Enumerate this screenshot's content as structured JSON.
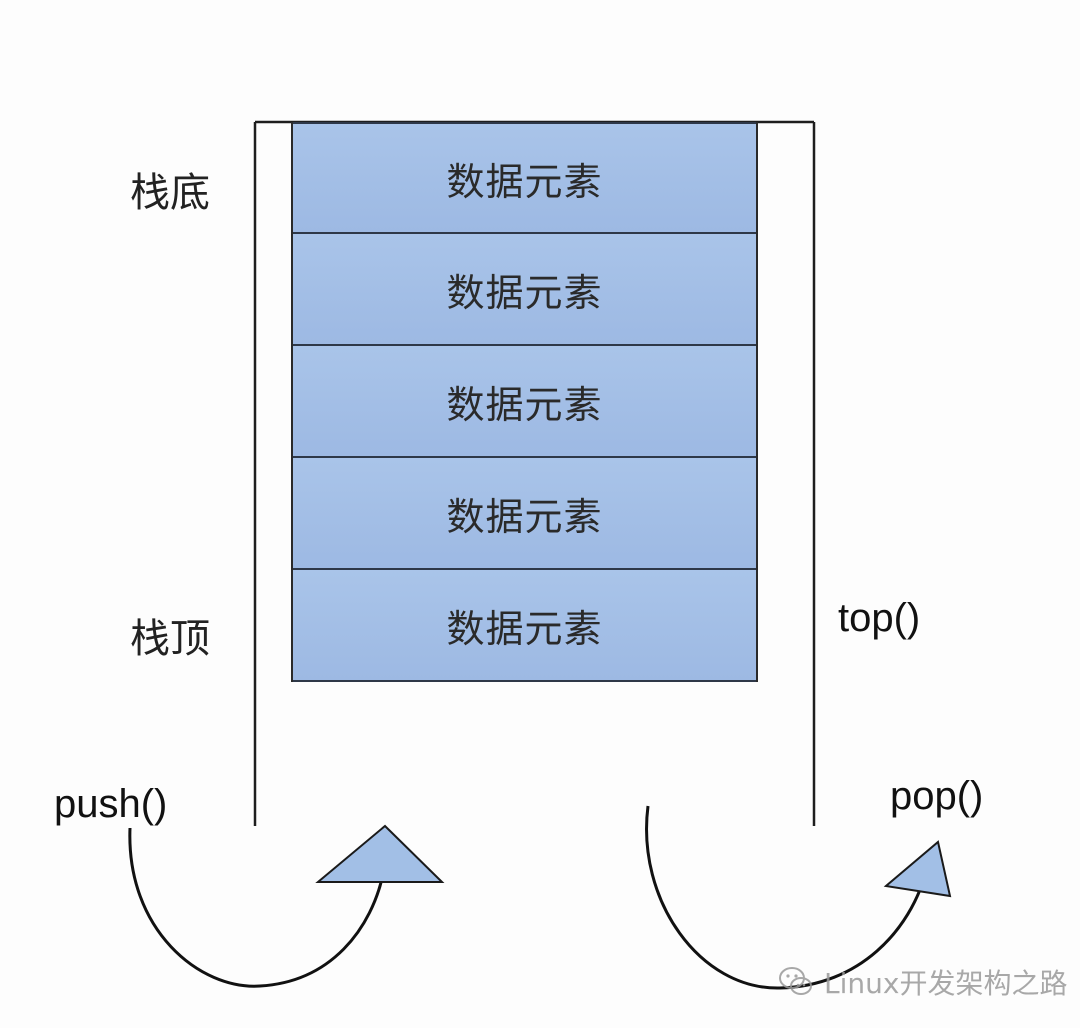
{
  "diagram": {
    "stack_bottom_label": "栈底",
    "stack_top_label": "栈顶",
    "elements": [
      "数据元素",
      "数据元素",
      "数据元素",
      "数据元素",
      "数据元素"
    ],
    "functions": {
      "top": "top()",
      "push": "push()",
      "pop": "pop()"
    },
    "colors": {
      "element_fill": "#a9c4e9",
      "arrowhead_fill": "#a2bfe6",
      "line": "#1e1e1e"
    }
  },
  "watermark": {
    "text": "Linux开发架构之路",
    "icon": "wechat-icon"
  }
}
